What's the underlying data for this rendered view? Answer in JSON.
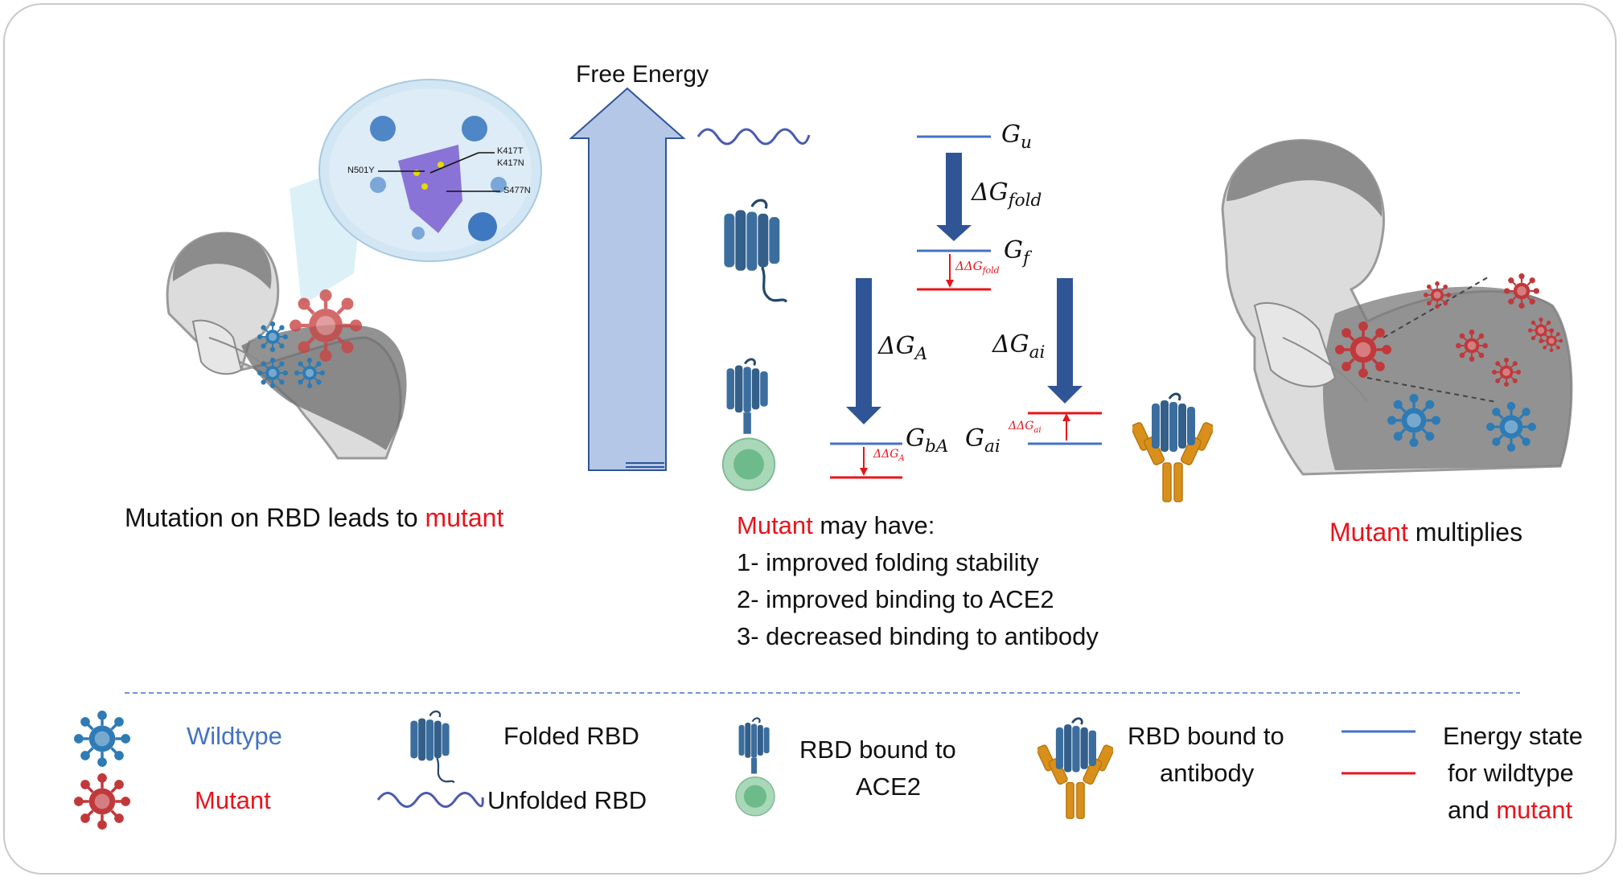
{
  "title": "Free Energy",
  "left_caption": {
    "prefix": "Mutation on RBD leads to ",
    "highlight": "mutant"
  },
  "right_caption": {
    "highlight": "Mutant",
    "suffix": " multiplies"
  },
  "mutations": [
    "N501Y",
    "K417T",
    "K417N",
    "S477N"
  ],
  "energy_labels": {
    "gu": "G",
    "gu_sub": "u",
    "dg_fold": "ΔG",
    "dg_fold_sub": "fold",
    "gf": "G",
    "gf_sub": "f",
    "ddg_fold": "ΔΔG",
    "ddg_fold_sub": "fold",
    "dg_a": "ΔG",
    "dg_a_sub": "A",
    "dg_ai": "ΔG",
    "dg_ai_sub": "ai",
    "gba": "G",
    "gba_sub": "bA",
    "gai": "G",
    "gai_sub": "ai",
    "ddg_a": "ΔΔG",
    "ddg_a_sub": "A",
    "ddg_ai": "ΔΔG",
    "ddg_ai_sub": "ai"
  },
  "mutant_text": {
    "head_highlight": "Mutant",
    "head_rest": " may have:",
    "items": [
      "1- improved folding stability",
      "2- improved binding to ACE2",
      "3- decreased binding to antibody"
    ]
  },
  "legend": {
    "wildtype": "Wildtype",
    "mutant": "Mutant",
    "folded": "Folded RBD",
    "unfolded": "Unfolded RBD",
    "ace2_line1": "RBD bound to",
    "ace2_line2": "ACE2",
    "ab_line1": "RBD bound to",
    "ab_line2": "antibody",
    "energy_line1": "Energy state",
    "energy_line2": "for wildtype",
    "energy_line3_prefix": "and ",
    "energy_line3_highlight": "mutant"
  },
  "colors": {
    "wildtype_blue": "#4472c4",
    "mutant_red": "#e8141b",
    "arrow_blue": "#2f5597",
    "rbd_blue": "#3b6e9e",
    "antibody_orange": "#d9901b",
    "ace2_green": "#8cc9a2"
  },
  "icons": [
    "wildtype-virus-icon",
    "mutant-virus-icon",
    "folded-rbd-icon",
    "unfolded-rbd-icon",
    "ace2-complex-icon",
    "antibody-complex-icon",
    "person-coughing-icon"
  ]
}
